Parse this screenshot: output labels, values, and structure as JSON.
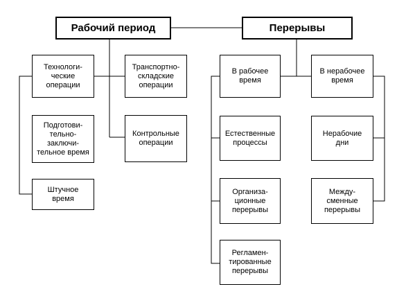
{
  "diagram": {
    "work_period": "Рабочий период",
    "breaks": "Перерывы",
    "tech_ops": "Технологи-\nческие\nоперации",
    "transport_ops": "Транспортно-\nскладские\nоперации",
    "prep_final": "Подготови-\nтельно-\nзаключи-\nтельное время",
    "control_ops": "Контрольные\nоперации",
    "piece_time": "Штучное\nвремя",
    "in_working": "В рабочее\nвремя",
    "in_nonworking": "В нерабочее\nвремя",
    "natural": "Естественные\nпроцессы",
    "non_working_days": "Нерабочие\nдни",
    "organizational": "Организа-\nционные\nперерывы",
    "intershift": "Между-\nсменные\nперерывы",
    "regulated": "Регламен-\nтированные\nперерывы"
  }
}
